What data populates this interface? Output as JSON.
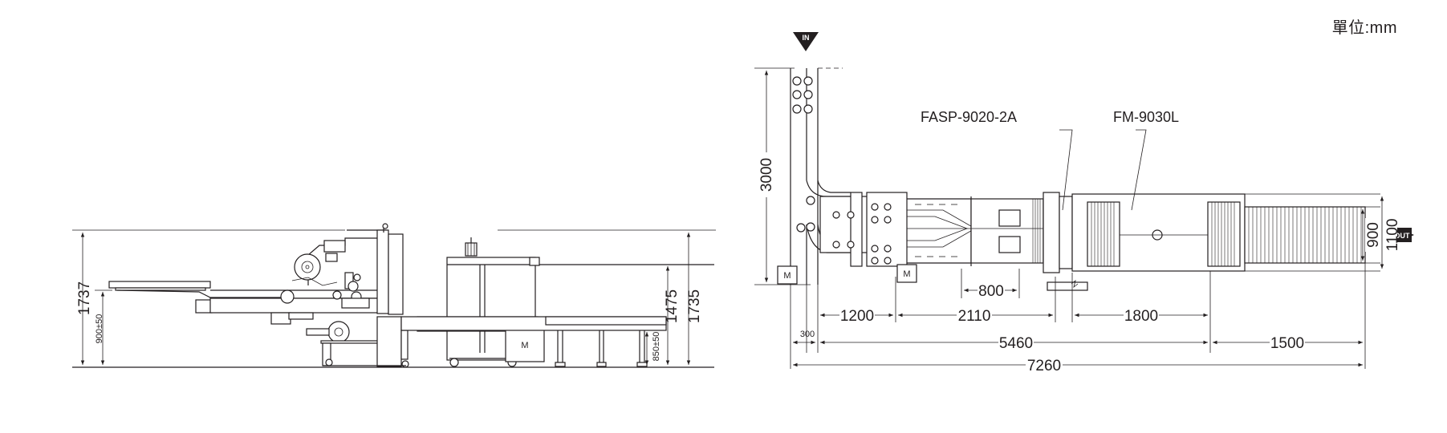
{
  "unit_label": "單位:mm",
  "side_view": {
    "dims": {
      "total_height": "1737",
      "table_height": "900±50",
      "conveyor_height": "850±50",
      "height_a": "1475",
      "height_b": "1735"
    },
    "motor": "M"
  },
  "top_view": {
    "in_label": "IN",
    "out_label": "OUT",
    "model_a": "FASP-9020-2A",
    "model_b": "FM-9030L",
    "motor_a": "M",
    "motor_b": "M",
    "dims": {
      "infeed_length": "3000",
      "gap_300": "300",
      "d1200": "1200",
      "d2110": "2110",
      "d800": "800",
      "d1800": "1800",
      "d5460": "5460",
      "d1500": "1500",
      "d7260": "7260",
      "w900": "900",
      "w1100": "1100"
    }
  }
}
